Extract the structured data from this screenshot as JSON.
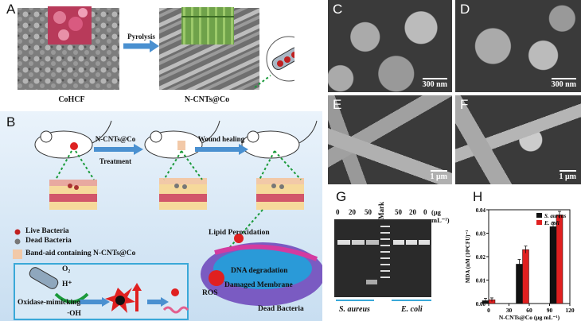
{
  "panel_labels": {
    "A": "A",
    "B": "B",
    "C": "C",
    "D": "D",
    "E": "E",
    "F": "F",
    "G": "G",
    "H": "H"
  },
  "panelA": {
    "left_caption": "CoHCF",
    "arrow_label": "Pyrolysis",
    "right_caption": "N-CNTs@Co"
  },
  "panelB": {
    "arrow1_top": "N-CNTs@Co",
    "arrow1_bottom": "Treatment",
    "arrow2_top": "Wound healing",
    "legend": [
      "Live Bacteria",
      "Dead Bacteria",
      "Band-aid containing N-CNTs@Co"
    ],
    "labels": {
      "lipid": "Lipid Peroxidation",
      "dna": "DNA degradation",
      "membrane": "Damaged Membrane",
      "dead": "Dead Bacteria",
      "ros": "ROS",
      "oxidase": "Oxidase-mimicking",
      "o2": "O₂",
      "h": "H⁺",
      "oh": "·OH"
    }
  },
  "sem_scalebars": {
    "C": "300 nm",
    "D": "300 nm",
    "E": "1 μm",
    "F": "1 μm"
  },
  "panelG": {
    "lanes": [
      "0",
      "20",
      "50",
      "Mark",
      "50",
      "20",
      "0"
    ],
    "unit": "(μg mL⁻¹)",
    "groups": [
      "S. aureus",
      "E. coli"
    ]
  },
  "chart_data": {
    "type": "bar",
    "categories": [
      "0",
      "50",
      "100"
    ],
    "series": [
      {
        "name": "S. aureus",
        "color": "#111111",
        "values": [
          0.0012,
          0.0168,
          0.0328
        ]
      },
      {
        "name": "E. coli",
        "color": "#e02020",
        "values": [
          0.0016,
          0.023,
          0.0378
        ]
      }
    ],
    "errors": [
      [
        0.001,
        0.002,
        0.002
      ],
      [
        0.0008,
        0.0015,
        0.0015
      ]
    ],
    "xticks": [
      "0",
      "30",
      "60",
      "90",
      "120"
    ],
    "yticks": [
      "0.00",
      "0.01",
      "0.02",
      "0.03",
      "0.04"
    ],
    "xlabel": "N-CNTs@Co (μg mL⁻¹)",
    "ylabel": "MDA (nM (10⁶CFU)⁻¹",
    "ylim": [
      0,
      0.04
    ],
    "xlim": [
      0,
      120
    ]
  }
}
